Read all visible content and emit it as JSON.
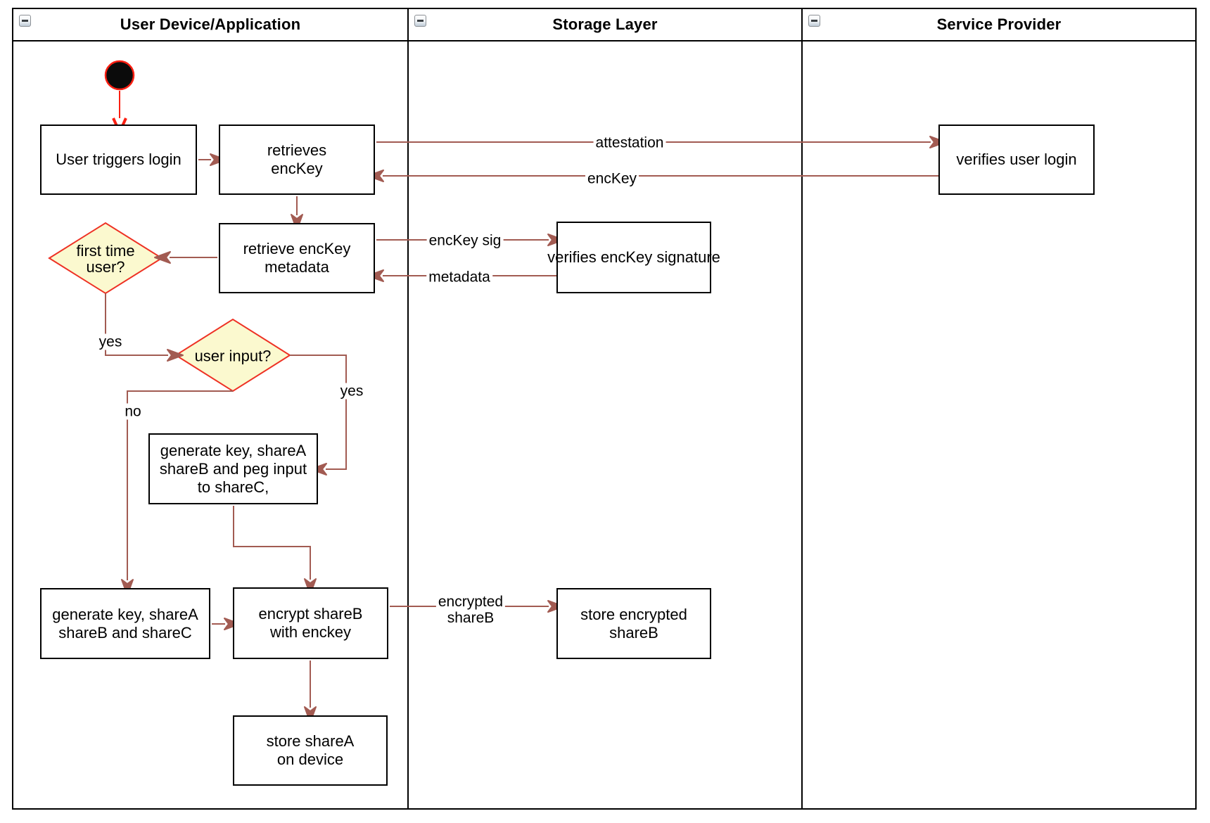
{
  "diagram": {
    "lanes": [
      {
        "title": "User Device/Application"
      },
      {
        "title": "Storage Layer"
      },
      {
        "title": "Service Provider"
      }
    ],
    "nodes": {
      "user_triggers_login": "User triggers login",
      "retrieves_enckey": "retrieves\nencKey",
      "verifies_user_login": "verifies user login",
      "retrieve_enckey_metadata": "retrieve encKey\nmetadata",
      "verifies_enckey_signature": "verifies encKey signature",
      "generate_key_peg_input": "generate key, shareA\nshareB and peg input\nto shareC,",
      "generate_key_sharec": "generate key, shareA\nshareB and shareC",
      "encrypt_shareb": "encrypt shareB\nwith enckey",
      "store_encrypted_shareb": "store encrypted\nshareB",
      "store_sharea": "store shareA\non device"
    },
    "decisions": {
      "first_time_user": "first time\nuser?",
      "user_input": "user input?"
    },
    "edge_labels": {
      "attestation": "attestation",
      "enckey": "encKey",
      "enckey_sig": "encKey sig",
      "metadata": "metadata",
      "encrypted_shareb": "encrypted\nshareB",
      "first_time_yes": "yes",
      "user_input_no": "no",
      "user_input_yes": "yes"
    },
    "colors": {
      "connector": "#A25B52",
      "decision_stroke": "#EE3124",
      "decision_fill": "#FBF9CF",
      "start_accent": "#FA1F12",
      "shape_border": "#000000"
    },
    "icons": {
      "collapse": "minus"
    }
  }
}
